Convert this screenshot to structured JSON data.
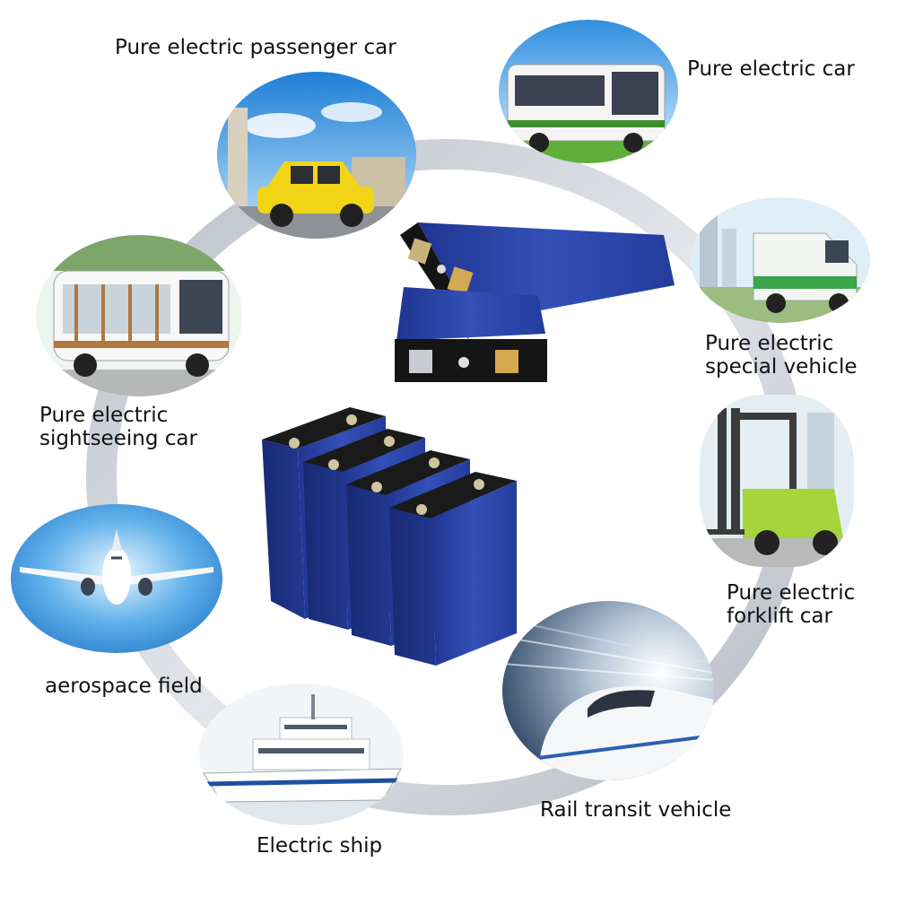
{
  "colors": {
    "ring": "#c8ccd3",
    "battery_blue": "#2a3fa0",
    "battery_top": "#1c1c1c",
    "sky": "#3f9be0",
    "text": "#111111"
  },
  "applications": [
    {
      "label": "Pure electric passenger car",
      "icon": "yellow-city-car"
    },
    {
      "label": "Pure electric car",
      "icon": "white-bus"
    },
    {
      "label": "Pure electric special vehicle",
      "label_lines": [
        "Pure electric",
        "special vehicle"
      ],
      "icon": "green-van"
    },
    {
      "label": "Pure electric forklift car",
      "label_lines": [
        "Pure electric",
        "forklift car"
      ],
      "icon": "forklift"
    },
    {
      "label": "Rail transit vehicle",
      "icon": "bullet-train"
    },
    {
      "label": "Electric ship",
      "icon": "cruise-ship"
    },
    {
      "label": "aerospace field",
      "icon": "airplane"
    },
    {
      "label": "Pure electric sightseeing car",
      "label_lines": [
        "Pure electric",
        "sightseeing car"
      ],
      "icon": "sightseeing-bus"
    }
  ]
}
